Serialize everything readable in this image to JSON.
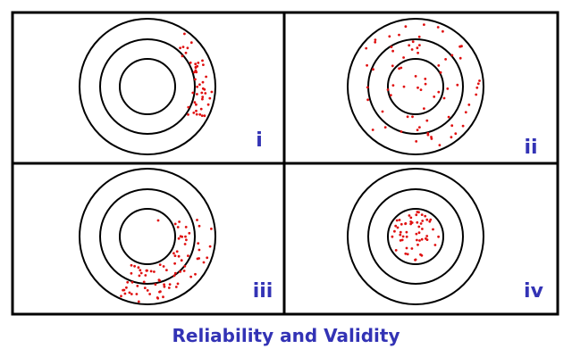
{
  "caption": "Reliability and Validity",
  "colors": {
    "frame": "#000000",
    "ring": "#000000",
    "dot": "#e01010",
    "label": "#3333b5"
  },
  "panels": [
    {
      "label": "i",
      "pattern": "clustered-off-center"
    },
    {
      "label": "ii",
      "pattern": "scattered-everywhere"
    },
    {
      "label": "iii",
      "pattern": "scattered-off-center"
    },
    {
      "label": "iv",
      "pattern": "clustered-on-center"
    }
  ]
}
